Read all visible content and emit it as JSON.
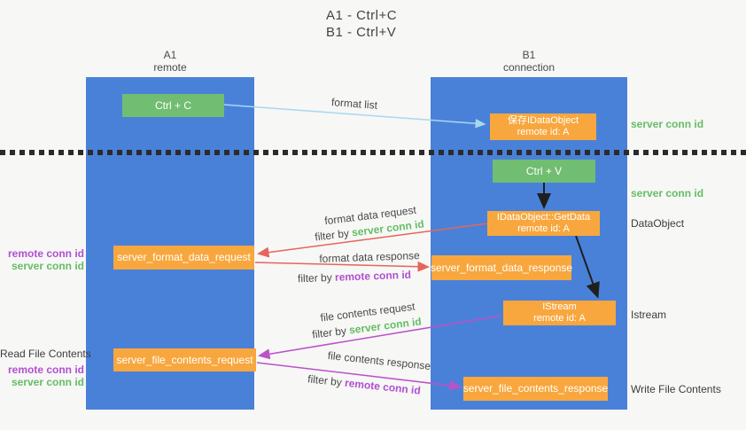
{
  "title": {
    "line1": "A1 - Ctrl+C",
    "line2": "B1 - Ctrl+V"
  },
  "columns": {
    "left": {
      "id": "A1",
      "name": "remote"
    },
    "right": {
      "id": "B1",
      "name": "connection"
    }
  },
  "nodes": {
    "ctrl_c": "Ctrl + C",
    "ctrl_v": "Ctrl + V",
    "save_dataobject": {
      "line1": "保存IDataObject",
      "line2": "remote id: A"
    },
    "getdata": {
      "line1": "IDataObject::GetData",
      "line2": "remote id: A"
    },
    "istream": {
      "line1": "IStream",
      "line2": "remote id: A"
    },
    "server_format_data_request": "server_format_data_request",
    "server_format_data_response": "server_format_data_response",
    "server_file_contents_request": "server_file_contents_request",
    "server_file_contents_response": "server_file_contents_response"
  },
  "side_labels": {
    "server_conn_id": "server conn id",
    "remote_conn_id": "remote conn id",
    "dataobject": "DataObject",
    "istream": "Istream",
    "read_file_contents": "Read File Contents",
    "write_file_contents": "Write File Contents"
  },
  "arrow_labels": {
    "format_list": "format list",
    "format_data_request": "format data request",
    "format_data_response": "format data response",
    "file_contents_request": "file contents request",
    "file_contents_response": "file contents response",
    "filter_by": "filter by ",
    "server_conn_id": "server conn id",
    "remote_conn_id": "remote conn id"
  },
  "colors": {
    "column_blue": "#4a81d8",
    "box_green": "#71bd71",
    "box_orange": "#f8a73e",
    "label_green": "#65bd65",
    "label_purple": "#b14fd1",
    "arrow_red": "#e5655c",
    "arrow_purple": "#ba52c8",
    "arrow_light_blue": "#a8d8f0",
    "arrow_black": "#1f1f1f"
  }
}
